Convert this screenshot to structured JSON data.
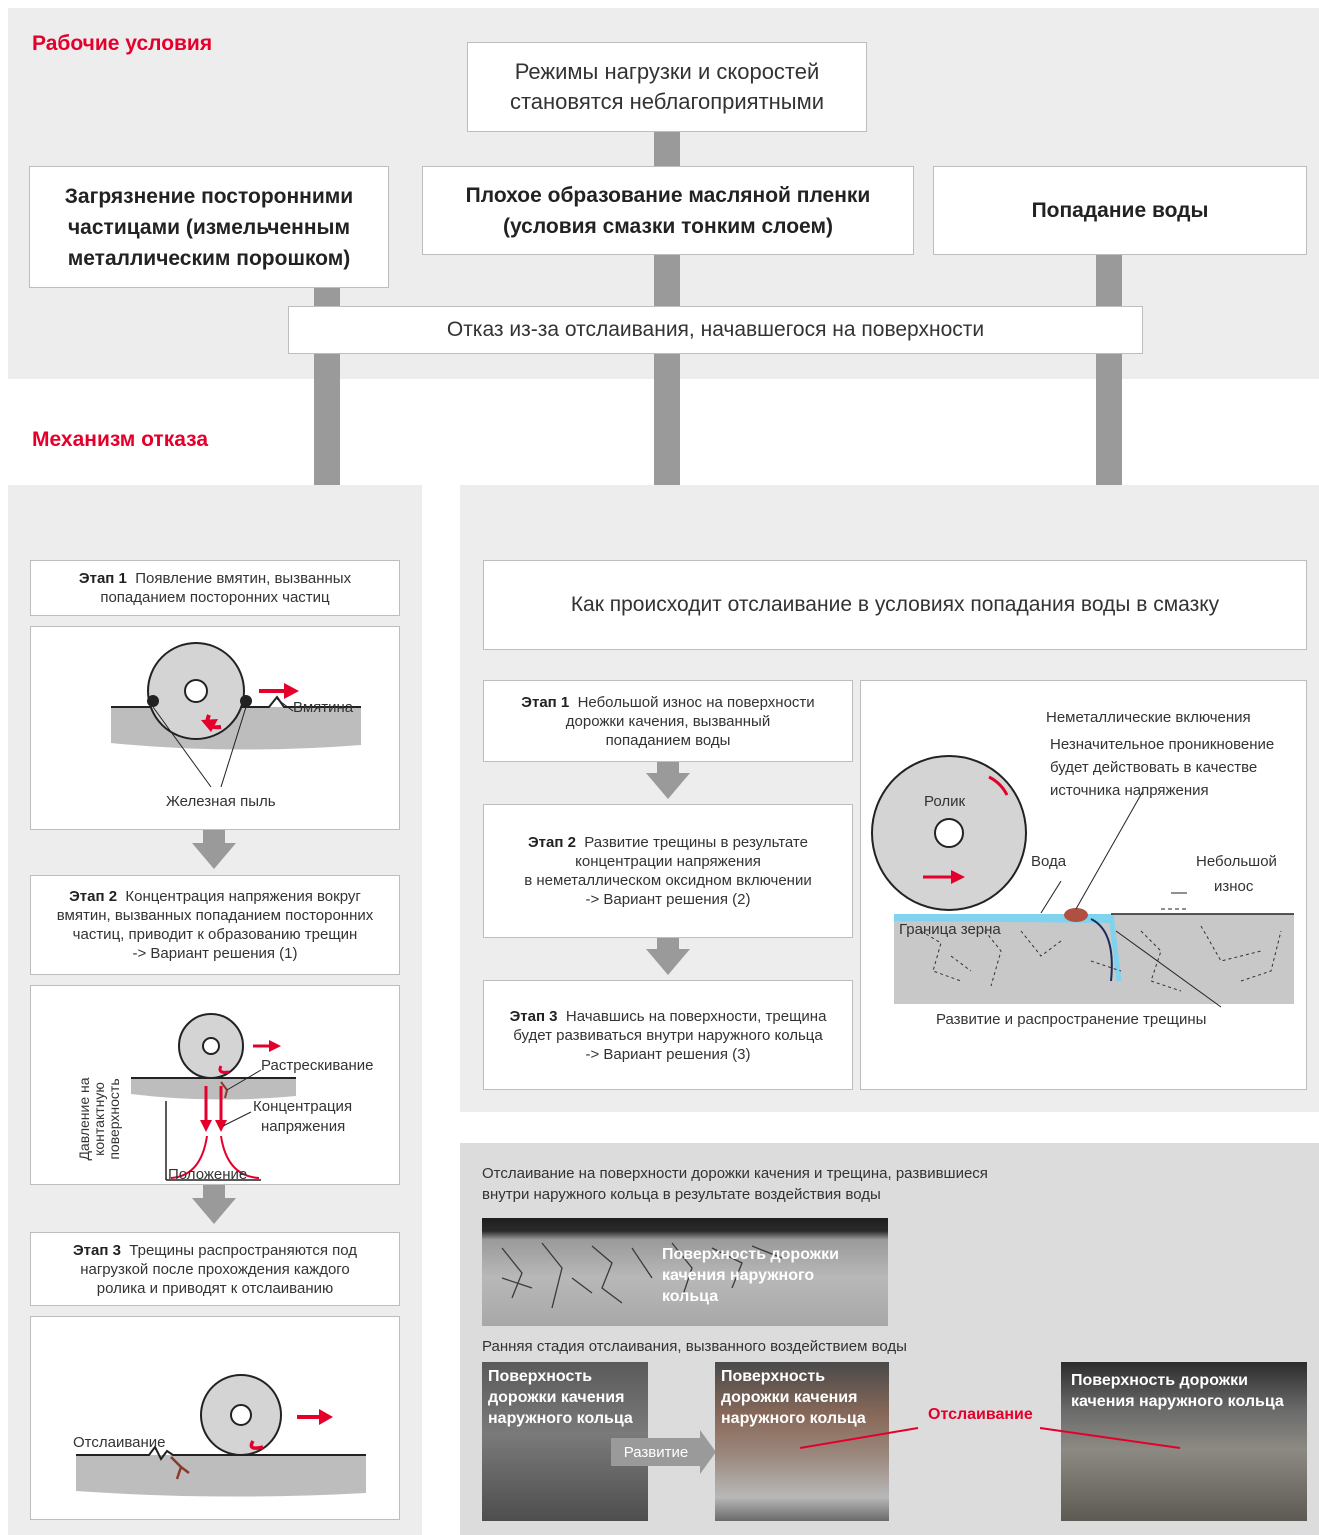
{
  "headings": {
    "working_conditions": "Рабочие условия",
    "failure_mechanism": "Механизм отказа"
  },
  "top_box": {
    "line1": "Режимы нагрузки и скоростей",
    "line2": "становятся неблагоприятными"
  },
  "causes": [
    {
      "line1": "Загрязнение посторонними",
      "line2": "частицами (измельченным",
      "line3": "металлическим порошком)"
    },
    {
      "line1": "Плохое образование масляной пленки",
      "line2": "(условия смазки тонким слоем)"
    },
    {
      "line1": "Попадание воды"
    }
  ],
  "failure_box": "Отказ из-за отслаивания, начавшегося на поверхности",
  "left_stages": [
    {
      "label": "Этап 1",
      "line1": "Появление вмятин, вызванных",
      "line2": "попаданием посторонних частиц"
    },
    {
      "label": "Этап 2",
      "line1": "Концентрация напряжения вокруг",
      "line2": "вмятин, вызванных попаданием посторонних",
      "line3": "частиц, приводит к образованию трещин",
      "line4": "-> Вариант решения (1)"
    },
    {
      "label": "Этап 3",
      "line1": "Трещины распространяются под",
      "line2": "нагрузкой после прохождения каждого",
      "line3": "ролика и приводят к отслаиванию"
    }
  ],
  "diag1": {
    "dent": "Вмятина",
    "dust": "Железная пыль"
  },
  "diag2": {
    "crack": "Растрескивание",
    "conc1": "Концентрация",
    "conc2": "напряжения",
    "ylabel1": "Давление на",
    "ylabel2": "контактную",
    "ylabel3": "поверхность",
    "xlabel": "Положение"
  },
  "diag3": {
    "flaking": "Отслаивание"
  },
  "water_header": "Как происходит отслаивание в условиях попадания воды в смазку",
  "right_stages": [
    {
      "label": "Этап 1",
      "line1": "Небольшой износ на поверхности",
      "line2": "дорожки качения, вызванный",
      "line3": "попаданием воды"
    },
    {
      "label": "Этап 2",
      "line1": "Развитие трещины в результате",
      "line2": "концентрации напряжения",
      "line3": "в неметаллическом оксидном включении",
      "line4": "-> Вариант решения (2)"
    },
    {
      "label": "Этап 3",
      "line1": "Начавшись на поверхности, трещина",
      "line2": "будет развиваться внутри наружного кольца",
      "line3": "-> Вариант решения (3)"
    }
  ],
  "water_diagram": {
    "incl1": "Неметаллические включения",
    "incl2": "Незначительное проникновение",
    "incl3": "будет действовать в качестве",
    "incl4": "источника напряжения",
    "roller": "Ролик",
    "water": "Вода",
    "wear1": "Небольшой",
    "wear2": "износ",
    "grain": "Граница зерна",
    "crack": "Развитие и распространение трещины"
  },
  "photos": {
    "caption1_line1": "Отслаивание на поверхности дорожки качения и трещина, развившиеся",
    "caption1_line2": "внутри наружного кольца в результате воздействия воды",
    "photo1_line1": "Поверхность дорожки",
    "photo1_line2": "качения наружного",
    "photo1_line3": "кольца",
    "caption2": "Ранняя стадия отслаивания, вызванного воздействием воды",
    "photo2_line1": "Поверхность",
    "photo2_line2": "дорожки качения",
    "photo2_line3": "наружного кольца",
    "development": "Развитие",
    "photo3_line1": "Поверхность",
    "photo3_line2": "дорожки качения",
    "photo3_line3": "наружного кольца",
    "flaking": "Отслаивание",
    "photo4_line1": "Поверхность дорожки",
    "photo4_line2": "качения наружного кольца"
  },
  "colors": {
    "accent": "#e4002b",
    "panel": "#ededed",
    "arrow": "#9a9a9a",
    "water": "#7fd3ef",
    "crack": "#8b3a2a"
  }
}
